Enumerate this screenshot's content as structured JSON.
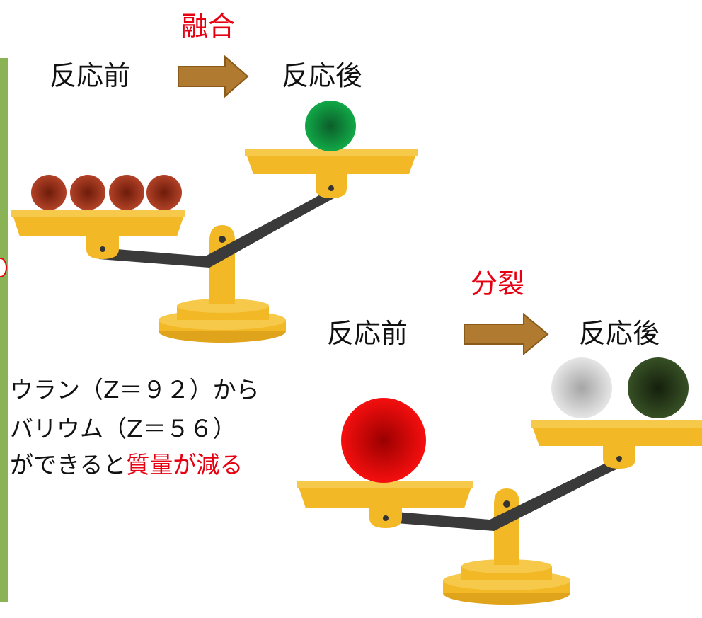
{
  "fusion": {
    "title": "融合",
    "before": "反応前",
    "after": "反応後"
  },
  "fission": {
    "title": "分裂",
    "before": "反応前",
    "after": "反応後"
  },
  "caption": {
    "line1": "ウラン（Z＝９２）から",
    "line2": "バリウム（Z＝５６）",
    "line3_prefix": "ができると",
    "line3_highlight": "質量が減る"
  },
  "colors": {
    "title_red": "#e60012",
    "arrow": "#b07a30",
    "scale_yellow": "#f2b825",
    "scale_arm": "#3a3a3a",
    "side_bar": "#8ab356"
  },
  "icons": [
    "right-arrow-icon",
    "balance-scale-icon"
  ]
}
